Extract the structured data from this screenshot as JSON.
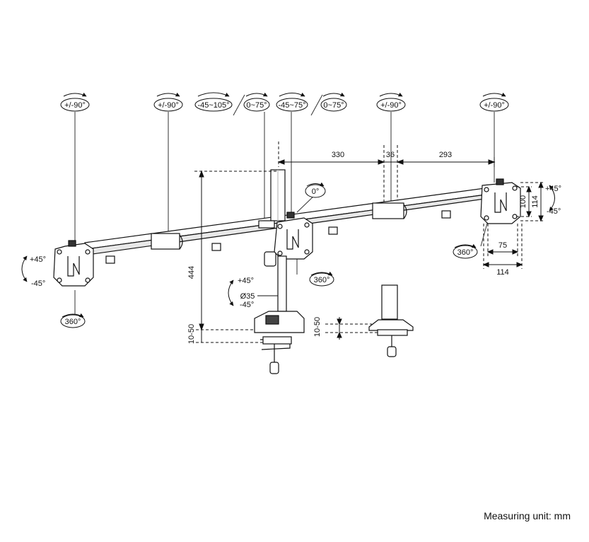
{
  "top_labels": [
    "+/-90°",
    "+/-90°",
    "-45~105°",
    "0~75°",
    "-45~75°",
    "0~75°",
    "+/-90°",
    "+/-90°"
  ],
  "center_rotation_label": "0°",
  "dimensions": {
    "arm_segment_1": "330",
    "arm_segment_2": "36",
    "arm_segment_3": "293",
    "vesa_height_inner": "100",
    "vesa_height_outer": "114",
    "vesa_width_inner": "75",
    "vesa_width_outer": "114",
    "pole_height": "444",
    "clamp_range_main": "10-50",
    "clamp_range_alt": "10-50",
    "pole_diameter": "Ø35"
  },
  "tilt_labels": {
    "left_up": "+45°",
    "left_down": "-45°",
    "right_up": "+45°",
    "right_down": "-45°",
    "center_up": "+45°",
    "center_down": "-45°"
  },
  "swivel_labels": {
    "left": "360°",
    "center": "360°",
    "right": "360°"
  },
  "footer": {
    "unit_text": "Measuring unit: mm"
  }
}
